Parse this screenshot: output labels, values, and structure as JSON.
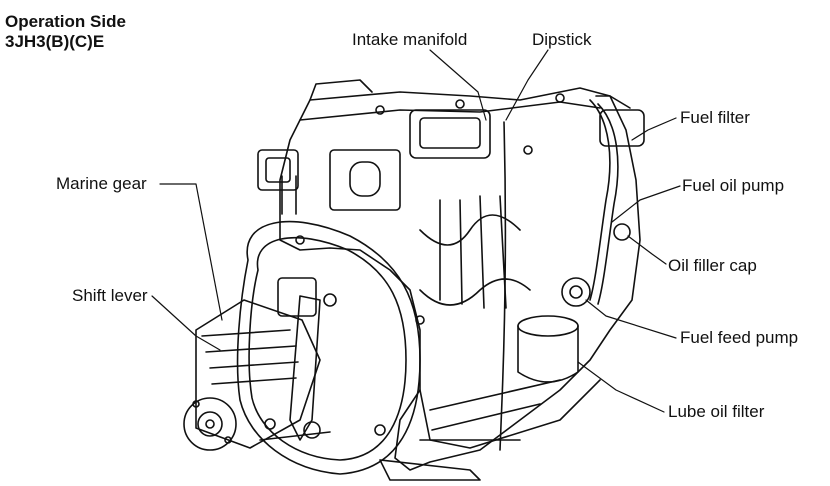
{
  "heading": {
    "line1": "Operation Side",
    "line2": "3JH3(B)(C)E"
  },
  "callouts": {
    "intake_manifold": "Intake manifold",
    "dipstick": "Dipstick",
    "fuel_filter": "Fuel filter",
    "fuel_oil_pump": "Fuel oil pump",
    "oil_filler_cap": "Oil filler cap",
    "fuel_feed_pump": "Fuel feed pump",
    "lube_oil_filter": "Lube oil filter",
    "marine_gear": "Marine gear",
    "shift_lever": "Shift lever"
  },
  "colors": {
    "line": "#111111",
    "background": "#ffffff"
  }
}
